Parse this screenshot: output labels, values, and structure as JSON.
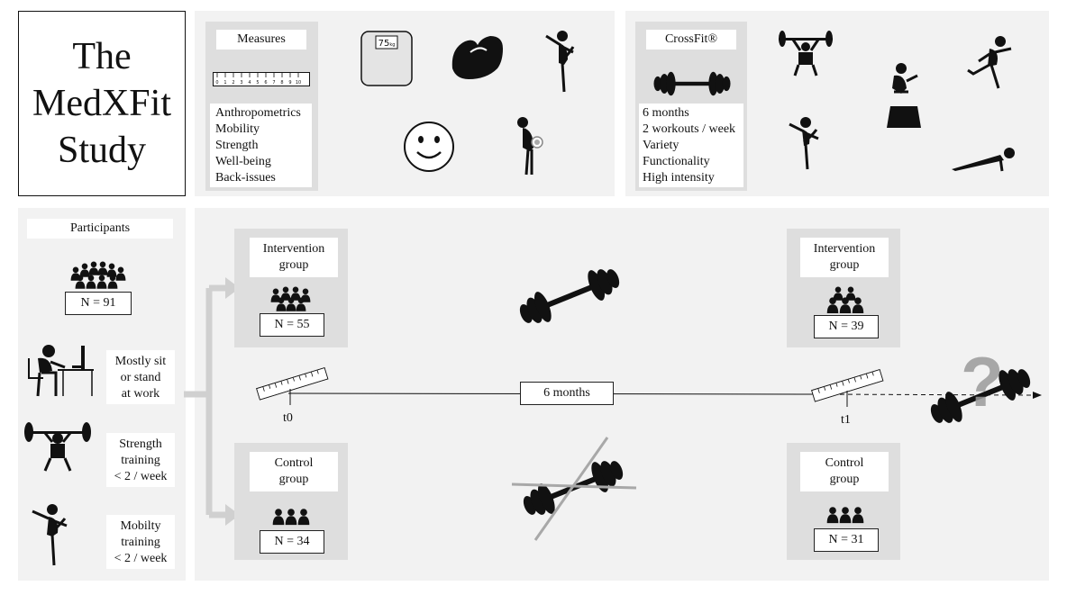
{
  "title": {
    "line1": "The",
    "line2": "MedXFit",
    "line3": "Study"
  },
  "measures": {
    "heading": "Measures",
    "ruler_numbers": [
      "0",
      "1",
      "2",
      "3",
      "4",
      "5",
      "6",
      "7",
      "8",
      "9",
      "10"
    ],
    "scale_reading": "75",
    "scale_unit": "kg",
    "items": [
      "Anthropometrics",
      "Mobility",
      "Strength",
      "Well-being",
      "Back-issues"
    ]
  },
  "crossfit": {
    "heading": "CrossFit®",
    "items": [
      "6 months",
      "2 workouts / week",
      "Variety",
      "Functionality",
      "High intensity"
    ]
  },
  "participants": {
    "heading": "Participants",
    "count": "N = 91",
    "criteria": [
      {
        "l1": "Mostly sit",
        "l2": "or stand",
        "l3": "at work"
      },
      {
        "l1": "Strength",
        "l2": "training",
        "l3": "< 2 / week"
      },
      {
        "l1": "Mobilty",
        "l2": "training",
        "l3": "< 2 / week"
      }
    ]
  },
  "timeline": {
    "t0": "t0",
    "t1": "t1",
    "duration": "6 months",
    "question_mark": "?"
  },
  "groups": {
    "intervention_start": {
      "l1": "Intervention",
      "l2": "group",
      "count": "N = 55"
    },
    "control_start": {
      "l1": "Control",
      "l2": "group",
      "count": "N = 34"
    },
    "intervention_end": {
      "l1": "Intervention",
      "l2": "group",
      "count": "N = 39"
    },
    "control_end": {
      "l1": "Control",
      "l2": "group",
      "count": "N = 31"
    }
  },
  "colors": {
    "panel": "#f2f2f2",
    "group_box": "#dedede",
    "arrow": "#d0d0d0",
    "icon": "#111111"
  }
}
